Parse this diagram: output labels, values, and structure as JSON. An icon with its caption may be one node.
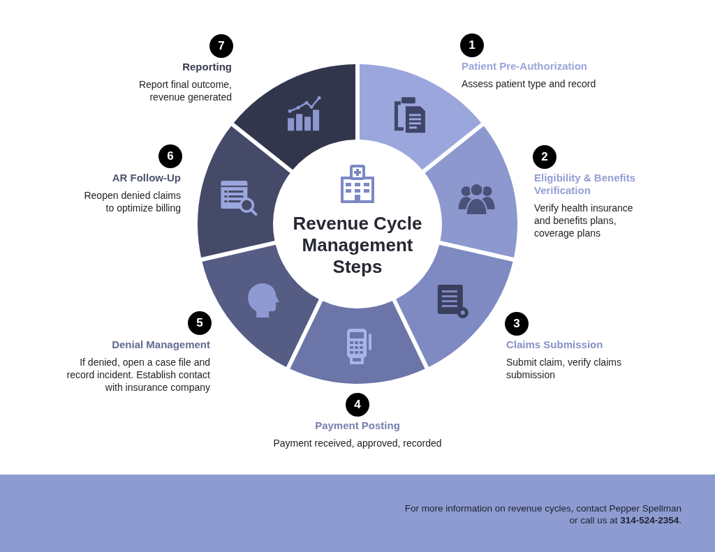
{
  "diagram": {
    "nodes": [
      {
        "text": [
          "Revenue Cycle Management Steps"
        ]
      },
      {
        "text": [
          "1"
        ],
        "beside": [
          "Patient Pre-Authorization",
          "Assess patient type and record"
        ]
      },
      {
        "text": [
          "2"
        ],
        "beside": [
          "Eligibility & Benefits Verification",
          "Verify health insurance and benefits plans, coverage plans"
        ]
      },
      {
        "text": [
          "3"
        ],
        "beside": [
          "Claims Submission",
          "Submit claim, verify claims submission"
        ]
      },
      {
        "text": [
          "4"
        ],
        "beside": [
          "Payment Posting",
          "Payment received, approved, recorded"
        ]
      },
      {
        "text": [
          "5"
        ],
        "beside": [
          "Denial Management",
          "If denied, open a case file and record incident. Establish contact with insurance company"
        ]
      },
      {
        "text": [
          "6"
        ],
        "beside": [
          "AR Follow-Up",
          "Reopen denied claims to optimize billing"
        ]
      },
      {
        "text": [
          "7"
        ],
        "beside": [
          "Reporting",
          "Report final outcome, revenue generated"
        ]
      },
      {
        "text": [
          "For more information on revenue cycles, contact Pepper Spellman or call us at **314-524-2354**."
        ]
      }
    ]
  }
}
